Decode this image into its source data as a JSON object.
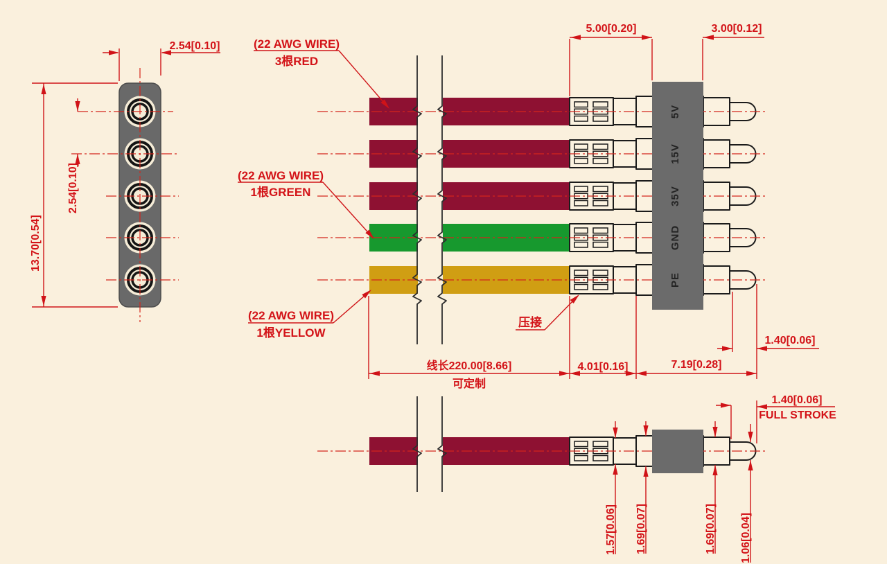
{
  "drawing": {
    "front_view": {
      "dim_body_width": "2.54[0.10]",
      "dim_total_height": "13.70[0.54]",
      "dim_pin_pitch": "2.54[0.10]"
    },
    "assembly_view": {
      "wire_labels": {
        "red": {
          "line1": "(22 AWG WIRE)",
          "line2": "3根RED"
        },
        "green": {
          "line1": "(22 AWG WIRE)",
          "line2": "1根GREEN"
        },
        "yellow": {
          "line1": "(22 AWG WIRE)",
          "line2": "1根YELLOW"
        }
      },
      "crimp_label": "压接",
      "pin_labels": [
        "5V",
        "15V",
        "35V",
        "GND",
        "PE"
      ],
      "dims": {
        "crimp_section": "5.00[0.20]",
        "tip_section": "3.00[0.12]",
        "wire_length": "线长220.00[8.66]",
        "wire_length_note": "可定制",
        "rear_section": "4.01[0.16]",
        "front_section": "7.19[0.28]",
        "stroke": "1.40[0.06]"
      }
    },
    "side_view": {
      "dims": {
        "stroke": "1.40[0.06]",
        "stroke_label": "FULL STROKE",
        "crimp_dia": "1.57[0.06]",
        "body_dia": "1.69[0.07]",
        "post_dia": "1.69[0.07]",
        "tip_dia": "1.06[0.04]"
      }
    }
  },
  "colors": {
    "background": "#faf0dd",
    "wire_red": "#8e1132",
    "wire_green": "#17992e",
    "wire_yellow": "#d09e13",
    "housing_gray": "#6b6b6b",
    "front_body_gray": "#696969",
    "dimension_red": "#d01318",
    "outline_black": "#1b1b1b"
  }
}
